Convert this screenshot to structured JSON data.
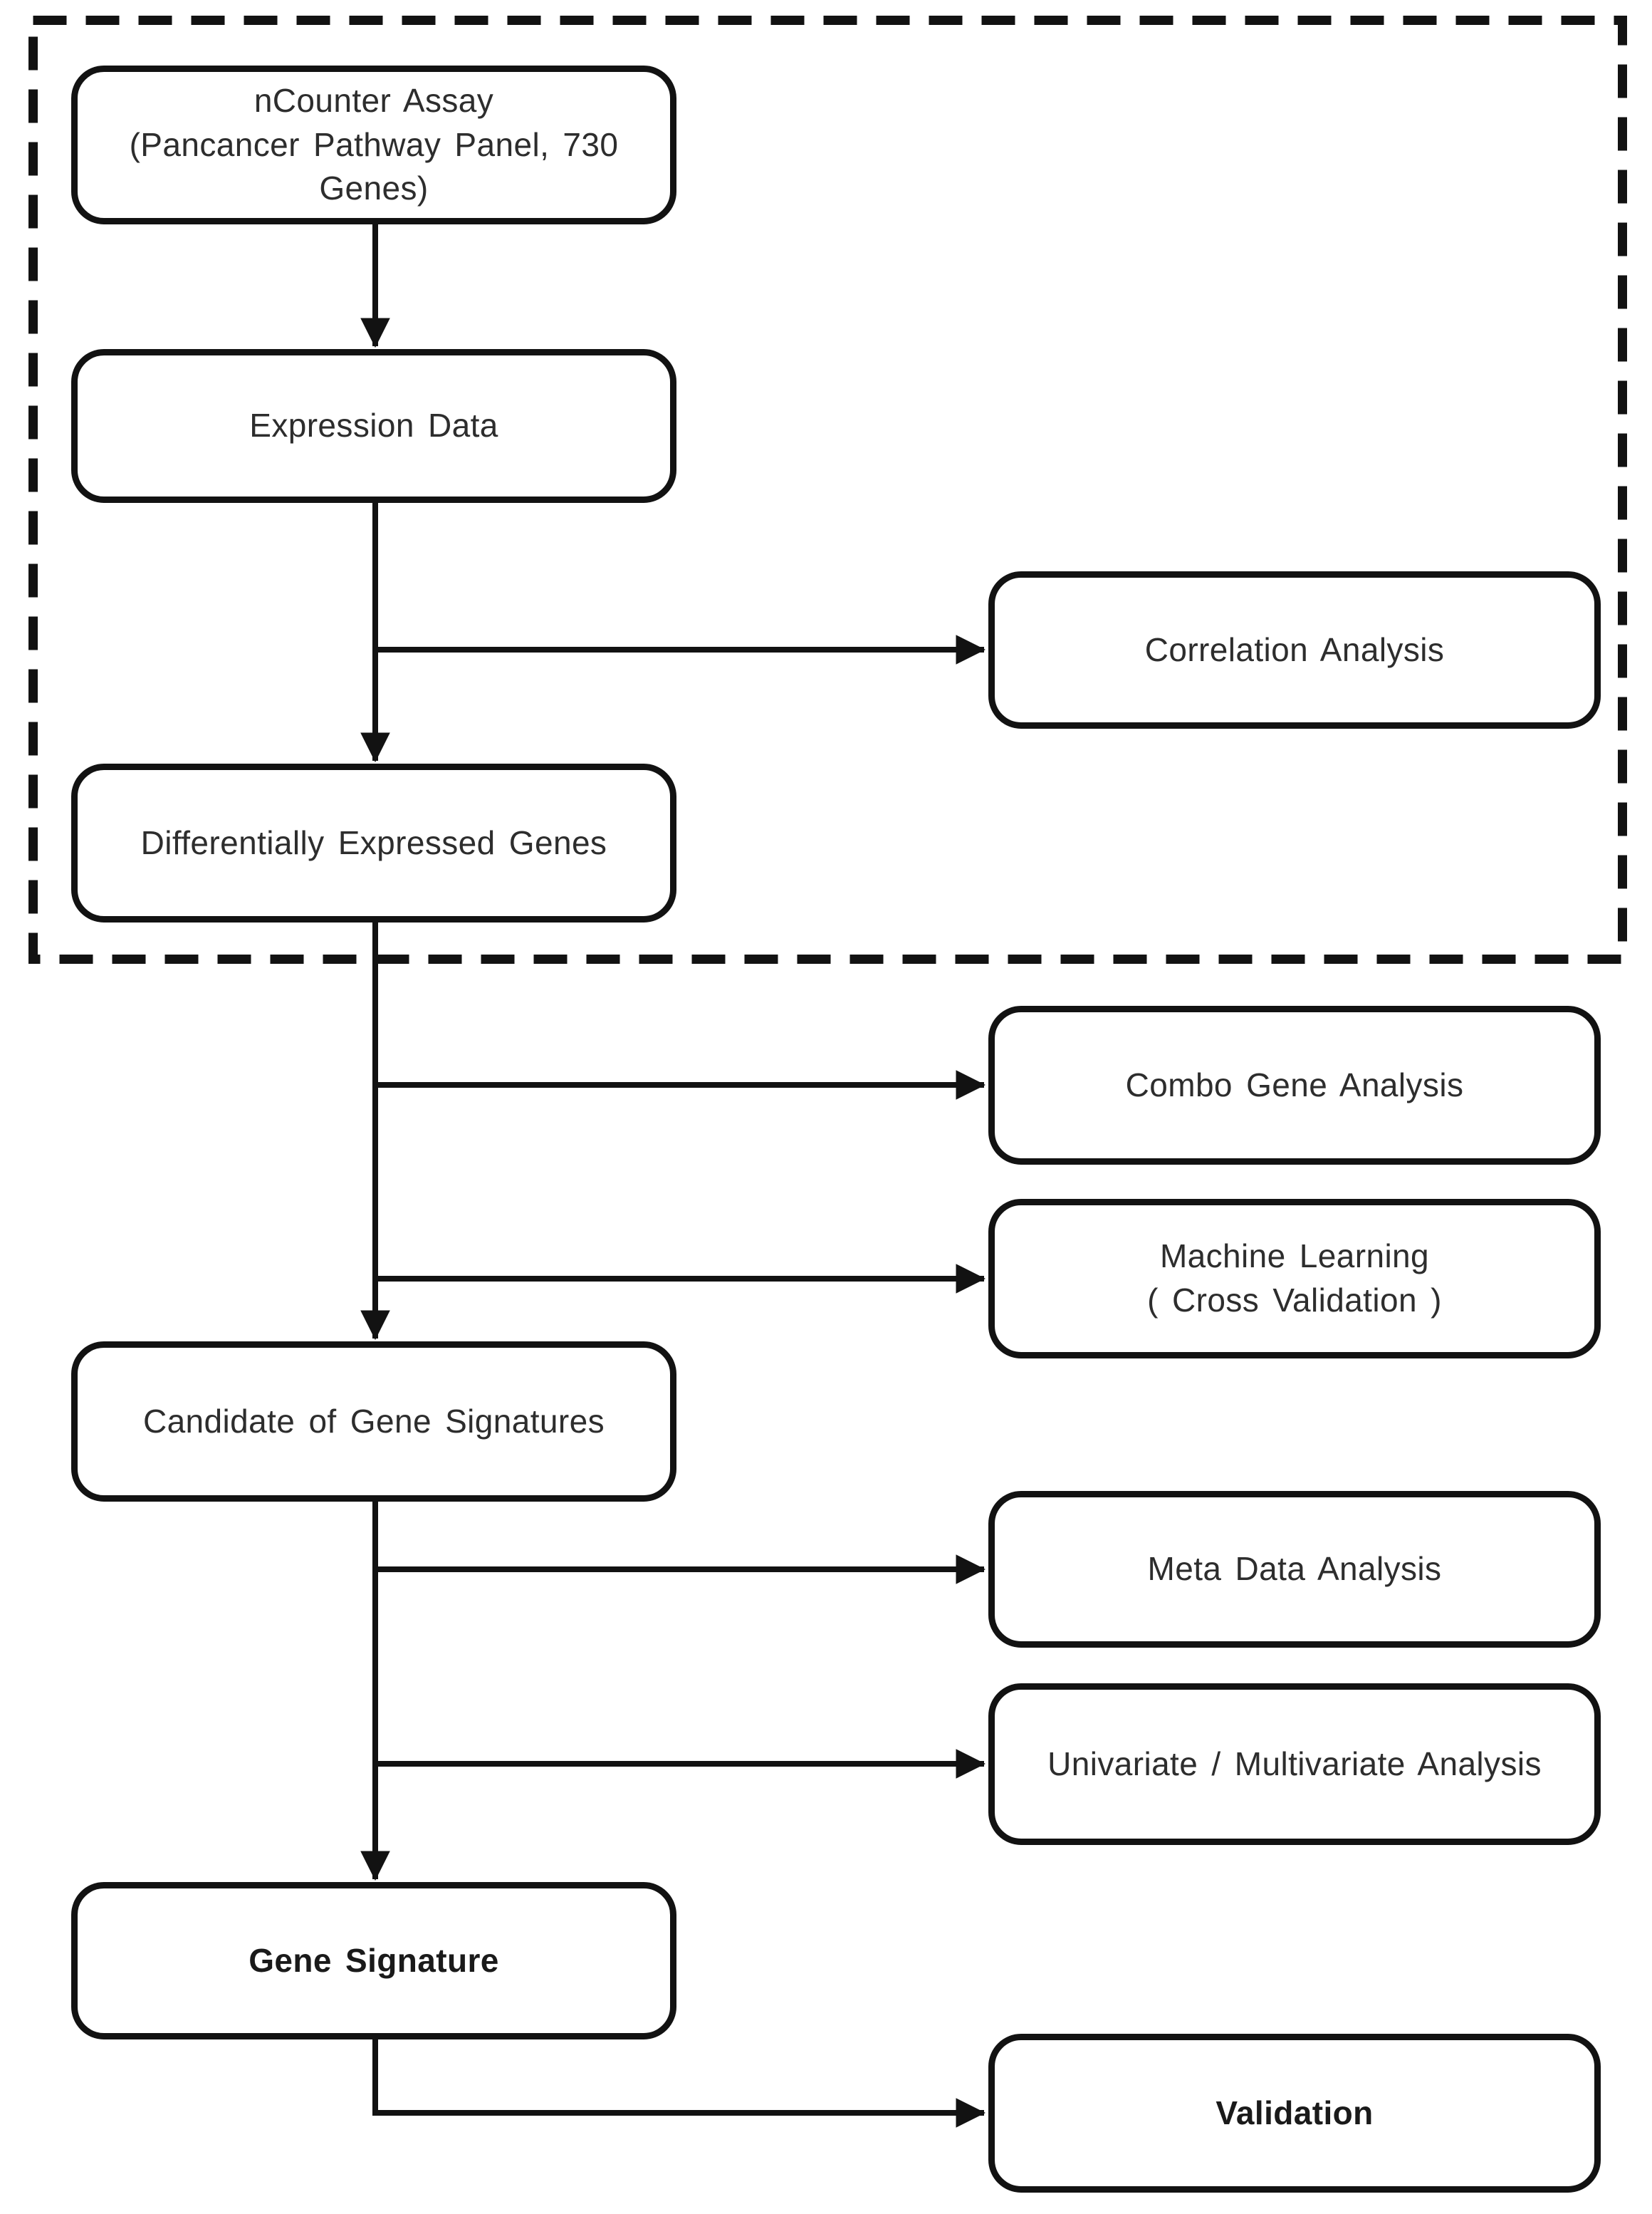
{
  "nodes": {
    "ncounter": {
      "label": "nCounter Assay\n(Pancancer Pathway Panel, 730\nGenes)",
      "bold": false
    },
    "expression": {
      "label": "Expression Data",
      "bold": false
    },
    "correlation": {
      "label": "Correlation Analysis",
      "bold": false
    },
    "deg": {
      "label": "Differentially Expressed Genes",
      "bold": false
    },
    "combo": {
      "label": "Combo Gene Analysis",
      "bold": false
    },
    "machine_learning": {
      "label": "Machine Learning\n( Cross Validation )",
      "bold": false
    },
    "candidate": {
      "label": "Candidate of Gene Signatures",
      "bold": false
    },
    "meta": {
      "label": "Meta Data Analysis",
      "bold": false
    },
    "univariate": {
      "label": "Univariate / Multivariate Analysis",
      "bold": false
    },
    "gene_signature": {
      "label": "Gene Signature",
      "bold": true
    },
    "validation": {
      "label": "Validation",
      "bold": true
    }
  },
  "edges": [
    {
      "from": "ncounter",
      "to": "expression"
    },
    {
      "from": "expression",
      "to": "correlation"
    },
    {
      "from": "expression",
      "to": "deg"
    },
    {
      "from": "deg",
      "to": "combo"
    },
    {
      "from": "deg",
      "to": "machine_learning"
    },
    {
      "from": "deg",
      "to": "candidate"
    },
    {
      "from": "candidate",
      "to": "meta"
    },
    {
      "from": "candidate",
      "to": "univariate"
    },
    {
      "from": "candidate",
      "to": "gene_signature"
    },
    {
      "from": "gene_signature",
      "to": "validation"
    }
  ],
  "dashed_region_nodes": [
    "ncounter",
    "expression",
    "correlation",
    "deg"
  ],
  "colors": {
    "ink": "#121212",
    "text": "#2d2d2d",
    "background": "#ffffff"
  }
}
